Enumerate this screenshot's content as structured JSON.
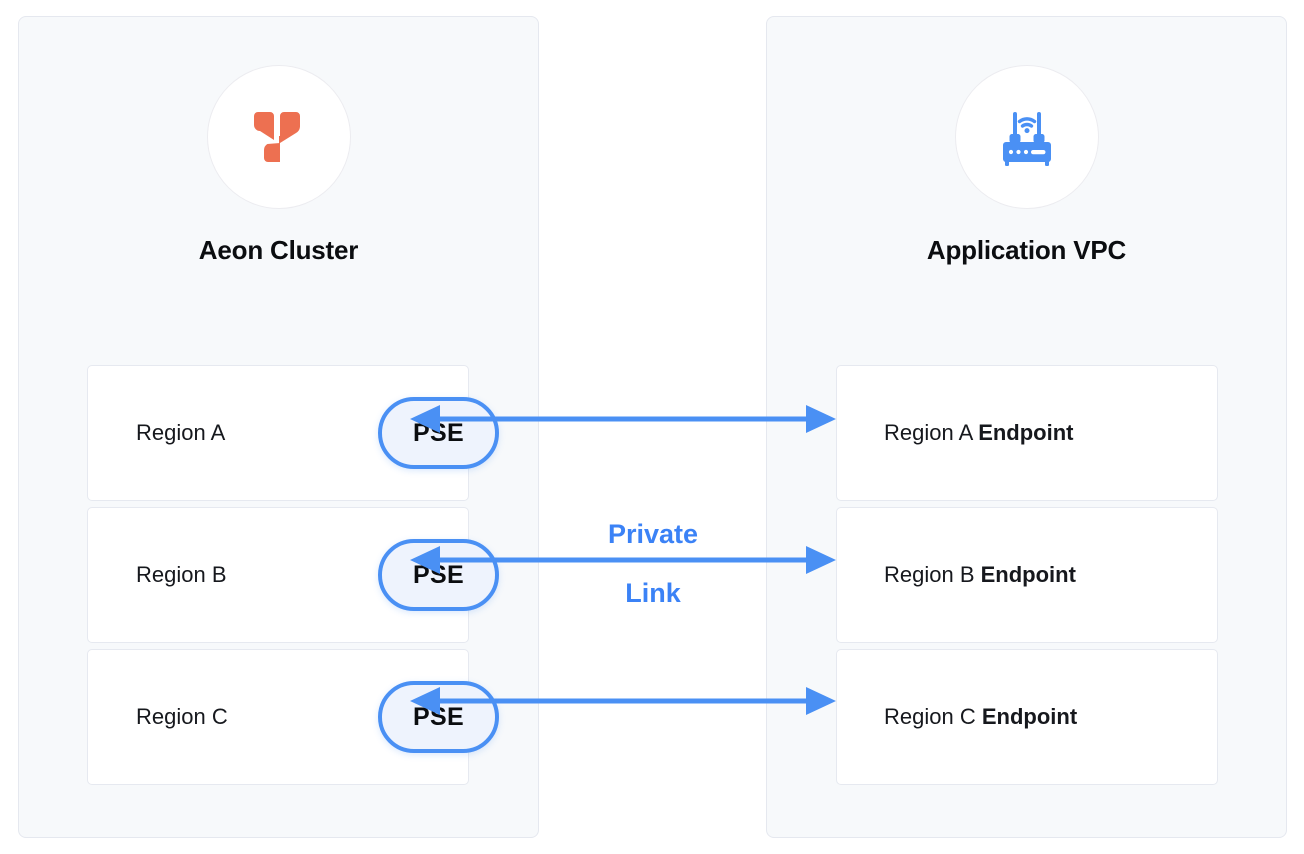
{
  "diagram": {
    "title_left": "Aeon Cluster",
    "title_right": "Application VPC",
    "connector_label_line1": "Private",
    "connector_label_line2": "Link",
    "colors": {
      "accent_blue": "#4a90f4",
      "logo_orange": "#ed7051",
      "panel_bg": "#f7f9fb",
      "panel_border": "#e5e8ef",
      "box_bg": "#ffffff",
      "box_border": "#e6e9f0",
      "pill_fill": "#eef3fd",
      "text_dark": "#0b0d10"
    }
  },
  "left_panel": {
    "icon_name": "aeon-logo-icon",
    "title": "Aeon Cluster",
    "regions": [
      {
        "label": "Region A",
        "badge": "PSE"
      },
      {
        "label": "Region B",
        "badge": "PSE"
      },
      {
        "label": "Region C",
        "badge": "PSE"
      }
    ]
  },
  "right_panel": {
    "icon_name": "router-wifi-icon",
    "title": "Application VPC",
    "regions": [
      {
        "prefix": "Region A ",
        "emphasis": "Endpoint"
      },
      {
        "prefix": "Region B ",
        "emphasis": "Endpoint"
      },
      {
        "prefix": "Region C ",
        "emphasis": "Endpoint"
      }
    ]
  },
  "connectors": [
    {
      "name": "private-link-arrow-a",
      "direction": "bidirectional"
    },
    {
      "name": "private-link-arrow-b",
      "direction": "bidirectional"
    },
    {
      "name": "private-link-arrow-c",
      "direction": "bidirectional"
    }
  ]
}
